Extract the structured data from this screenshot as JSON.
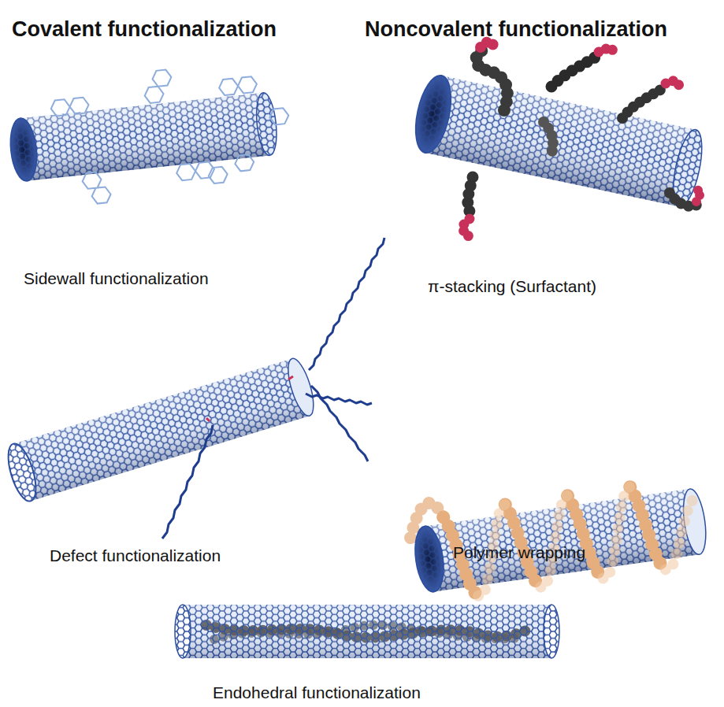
{
  "diagram": {
    "labels": [
      "Covalent functionalization",
      "Noncovalent functionalization",
      "Sidewall functionalization",
      "π-stacking (Surfactant)",
      "Defect functionalization",
      "Polymer wrapping",
      "Endohedral functionalization"
    ]
  }
}
